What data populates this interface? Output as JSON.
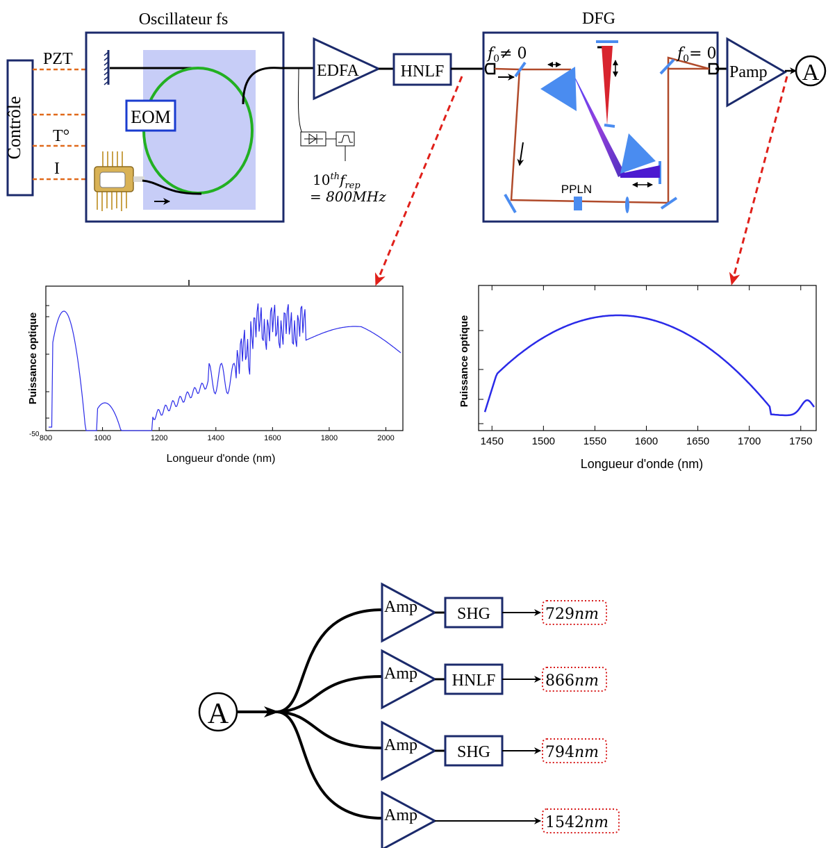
{
  "oscillator": {
    "title": "Oscillateur fs",
    "control_label": "Contrôle",
    "lines": [
      "PZT",
      "T°",
      "I"
    ],
    "eom": "EOM"
  },
  "chain": {
    "edfa": "EDFA",
    "hnlf": "HNLF",
    "detector_freq": "10",
    "detector_freq_sup": "th",
    "detector_freq_var": "f",
    "detector_freq_sub": "rep",
    "detector_freq_value": "= 800MHz"
  },
  "dfg": {
    "title": "DFG",
    "f0_in": "f",
    "f0_in_sub": "0",
    "f0_in_rel": "≠ 0",
    "f0_out": "f",
    "f0_out_sub": "0",
    "f0_out_rel": "= 0",
    "crystal": "PPLN",
    "pamp": "Pamp",
    "node": "A"
  },
  "plot_left": {
    "ylabel": "Puissance optique",
    "xlabel": "Longueur d'onde (nm)",
    "xticks": [
      "800",
      "1000",
      "1200",
      "1400",
      "1600",
      "1800",
      "2000"
    ],
    "ytick_bottom": "-50",
    "color": "#2a2ae8"
  },
  "plot_right": {
    "ylabel": "Puissance optique",
    "xlabel": "Longueur d'onde (nm)",
    "xticks": [
      "1450",
      "1500",
      "1550",
      "1600",
      "1650",
      "1700",
      "1750"
    ],
    "color": "#2a2ae8"
  },
  "distribution": {
    "node": "A",
    "branches": [
      {
        "amp": "Amp",
        "stage": "SHG",
        "output": "729",
        "unit": "nm"
      },
      {
        "amp": "Amp",
        "stage": "HNLF",
        "output": "866",
        "unit": "nm"
      },
      {
        "amp": "Amp",
        "stage": "SHG",
        "output": "794",
        "unit": "nm"
      },
      {
        "amp": "Amp",
        "stage": "",
        "output": "1542",
        "unit": "nm"
      }
    ]
  },
  "colors": {
    "box": "#1b2a6b",
    "fiber_ring": "#22b022",
    "cavity_fill": "#c7cdf7",
    "control_line": "#e06a1c",
    "dfg_path": "#b04a2a",
    "optic": "#4a8cf0",
    "red_arrow": "#e0201a",
    "output_border": "#d81c1c"
  }
}
